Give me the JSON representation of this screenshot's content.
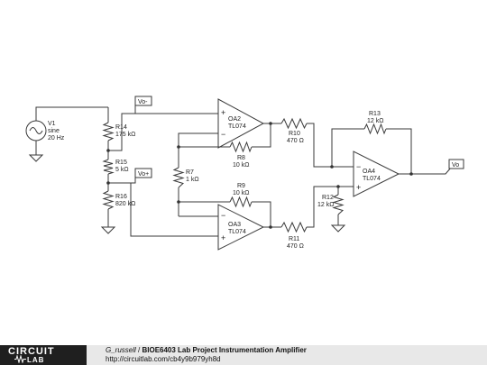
{
  "components": {
    "v1": {
      "ref": "V1",
      "type": "sine",
      "freq": "20 Hz"
    },
    "r14": {
      "ref": "R14",
      "value": "175 kΩ"
    },
    "r15": {
      "ref": "R15",
      "value": "5 kΩ"
    },
    "r16": {
      "ref": "R16",
      "value": "820 kΩ"
    },
    "r7": {
      "ref": "R7",
      "value": "1 kΩ"
    },
    "r8": {
      "ref": "R8",
      "value": "10 kΩ"
    },
    "r9": {
      "ref": "R9",
      "value": "10 kΩ"
    },
    "r10": {
      "ref": "R10",
      "value": "470 Ω"
    },
    "r11": {
      "ref": "R11",
      "value": "470 Ω"
    },
    "r12": {
      "ref": "R12",
      "value": "12 kΩ"
    },
    "r13": {
      "ref": "R13",
      "value": "12 kΩ"
    },
    "oa2": {
      "ref": "OA2",
      "part": "TL074"
    },
    "oa3": {
      "ref": "OA3",
      "part": "TL074"
    },
    "oa4": {
      "ref": "OA4",
      "part": "TL074"
    }
  },
  "nets": {
    "vo_minus": "Vo-",
    "vo_plus": "Vo+",
    "vo": "Vo"
  },
  "signs": {
    "plus": "+",
    "minus": "−"
  },
  "footer": {
    "logo_top": "CIRCUIT",
    "logo_bottom": "LAB",
    "author": "G_russell",
    "separator": " / ",
    "title": "BIOE6403 Lab Project Instrumentation Amplifier",
    "url": "http://circuitlab.com/cb4y9b979yh8d"
  },
  "colors": {
    "wire": "#3a3a3a",
    "footer_bg": "#e8e8e8",
    "logo_bg": "#1f1f1f"
  }
}
